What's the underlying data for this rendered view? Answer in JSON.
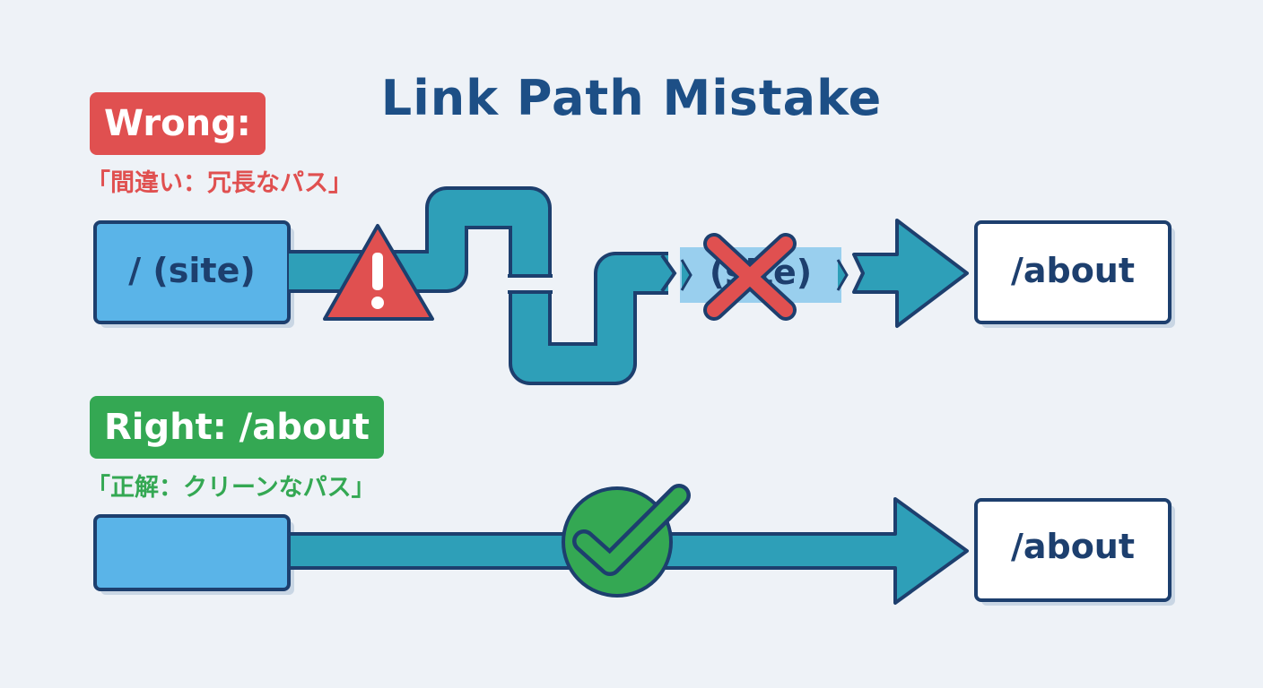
{
  "title": "Link Path Mistake",
  "wrong": {
    "badge": "Wrong:",
    "subtitle": "「間違い：冗長なパス」",
    "source_label": "/ (site)",
    "mid_label": "(site)",
    "target_label": "/about"
  },
  "right": {
    "badge": "Right: /about",
    "subtitle": "「正解：クリーンなパス」",
    "source_label": "",
    "target_label": "/about"
  },
  "icons": {
    "warning": "warning-triangle-icon",
    "cross": "red-x-icon",
    "check": "green-check-icon"
  },
  "colors": {
    "title": "#1d4f86",
    "wrong": "#e05050",
    "right": "#34a853",
    "path": "#2e9fb8",
    "node_fill": "#5ab4e8",
    "outline": "#1d3f6e"
  }
}
